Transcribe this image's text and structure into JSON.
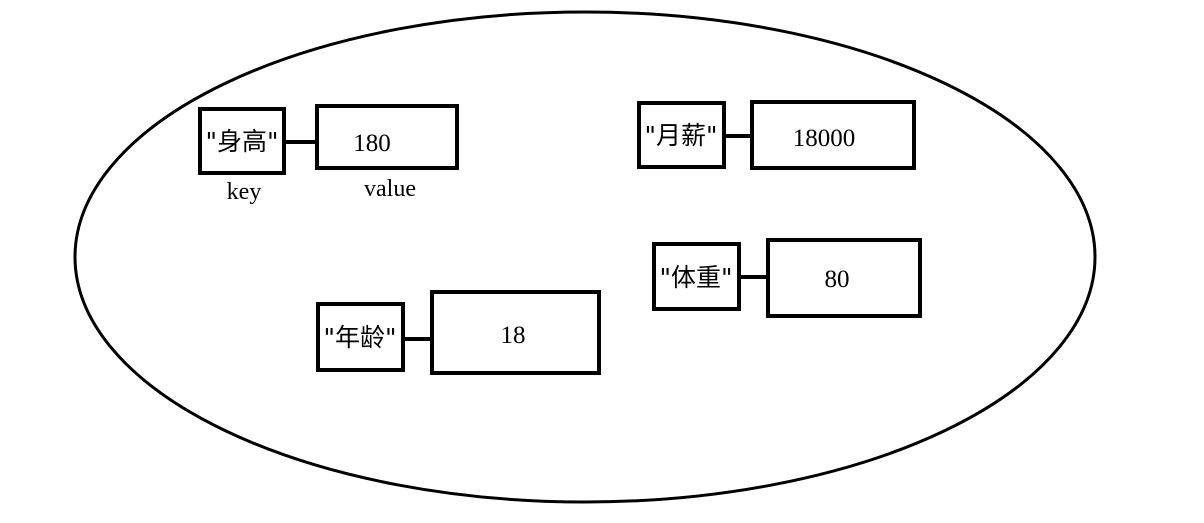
{
  "diagram": {
    "pairs": [
      {
        "key": "\"身高\"",
        "value": "180"
      },
      {
        "key": "\"月薪\"",
        "value": "18000"
      },
      {
        "key": "\"体重\"",
        "value": "80"
      },
      {
        "key": "\"年龄\"",
        "value": "18"
      }
    ],
    "captions": {
      "key": "key",
      "value": "value"
    }
  },
  "colors": {
    "stroke": "#000000",
    "background": "#ffffff"
  }
}
